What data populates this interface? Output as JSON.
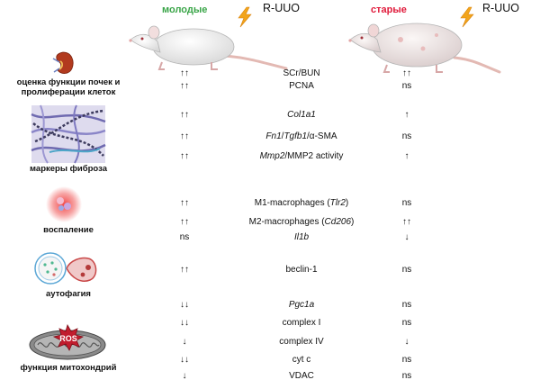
{
  "header": {
    "young_label": "молодые",
    "young_color": "#3aa548",
    "old_label": "старые",
    "old_color": "#e0193a",
    "model_young": "R-UUO",
    "model_old": "R-UUO"
  },
  "categories": [
    {
      "label": "оценка функции почек и пролиферации клеток",
      "icon": "kidney-icon"
    },
    {
      "label": "маркеры фиброза",
      "icon": "fibrosis-icon"
    },
    {
      "label": "воспаление",
      "icon": "inflammation-icon"
    },
    {
      "label": "аутофагия",
      "icon": "autophagy-icon"
    },
    {
      "label": "функция митохондрий",
      "icon": "mitochondria-icon"
    }
  ],
  "ros_label": "ROS",
  "rows": [
    {
      "young": "↑↑",
      "label": "SCr/BUN",
      "old": "↑↑"
    },
    {
      "young": "↑↑",
      "label": "PCNA",
      "old": "ns"
    },
    {
      "young": "↑↑",
      "label_html": "<i>Col1a1</i>",
      "old": "↑"
    },
    {
      "young": "↑↑",
      "label_html": "<i>Fn1</i>/<i>Tgfb1</i>/α-SMA",
      "old": "ns"
    },
    {
      "young": "↑↑",
      "label_html": "<i>Mmp2</i>/MMP2 activity",
      "old": "↑"
    },
    {
      "young": "↑↑",
      "label_html": "M1-macrophages (<i>Tlr2</i>)",
      "old": "ns"
    },
    {
      "young": "↑↑",
      "label_html": "M2-macrophages (<i>Cd206</i>)",
      "old": "↑↑"
    },
    {
      "young": "ns",
      "label_html": "<i>Il1b</i>",
      "old": "↓"
    },
    {
      "young": "↑↑",
      "label": "beclin-1",
      "old": "ns"
    },
    {
      "young": "↓↓",
      "label_html": "<i>Pgc1a</i>",
      "old": "ns"
    },
    {
      "young": "↓↓",
      "label": "complex I",
      "old": "ns"
    },
    {
      "young": "↓",
      "label": "complex IV",
      "old": "↓"
    },
    {
      "young": "↓↓",
      "label": "cyt c",
      "old": "ns"
    },
    {
      "young": "↓",
      "label": "VDAC",
      "old": "ns"
    }
  ]
}
